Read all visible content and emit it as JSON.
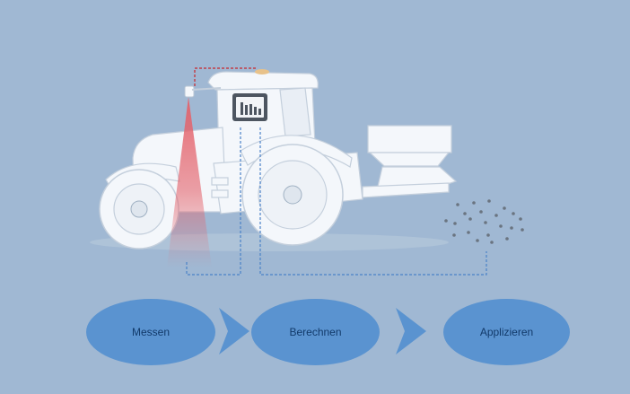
{
  "diagram": {
    "steps": [
      {
        "label": "Messen"
      },
      {
        "label": "Berechnen"
      },
      {
        "label": "Applizieren"
      }
    ]
  },
  "colors": {
    "background": "#a0b8d3",
    "step_fill": "#5a93d0",
    "step_text": "#123a6a",
    "arrow_fill": "#5a93d0",
    "sensor_beam": "#e4636c",
    "signal_line_red": "#c8262c",
    "signal_line_blue": "#4a82c8",
    "tractor_body": "#f4f7fb",
    "tractor_outline": "#c4cfdc",
    "granules": "#6a7480"
  }
}
